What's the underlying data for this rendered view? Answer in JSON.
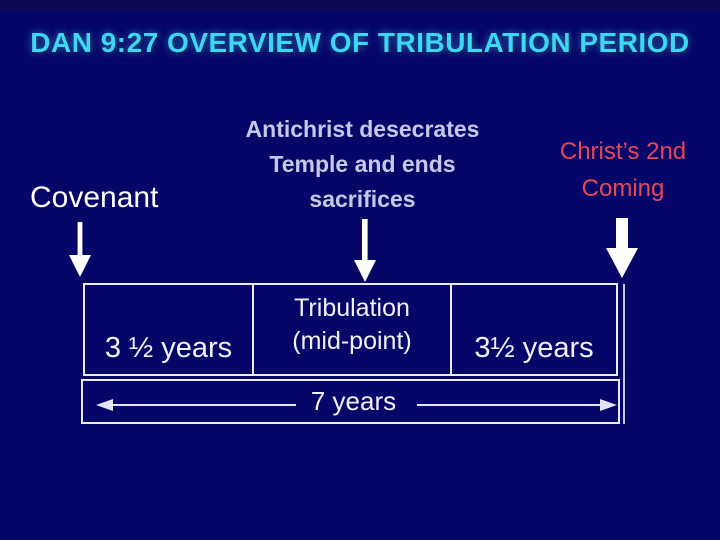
{
  "slide": {
    "title": "DAN 9:27 OVERVIEW OF TRIBULATION PERIOD"
  },
  "annotations": {
    "covenant": "Covenant",
    "midpoint_event_lines": [
      "Antichrist desecrates",
      "Temple and ends",
      "sacrifices"
    ],
    "second_coming_lines": [
      "Christ’s 2nd",
      "Coming"
    ]
  },
  "timeline": {
    "segments": [
      {
        "label": "3 ½ years"
      },
      {
        "label": "Tribulation",
        "sublabel": "(mid-point)"
      },
      {
        "label": "3½ years"
      }
    ],
    "total_span": "7 years"
  },
  "colors": {
    "background": "#060668",
    "title_text": "#3ED6F6",
    "white_text": "#FFFFFF",
    "midpoint_text": "#C7C7E8",
    "second_coming_text": "#E84853",
    "border": "#ECEBF8"
  }
}
